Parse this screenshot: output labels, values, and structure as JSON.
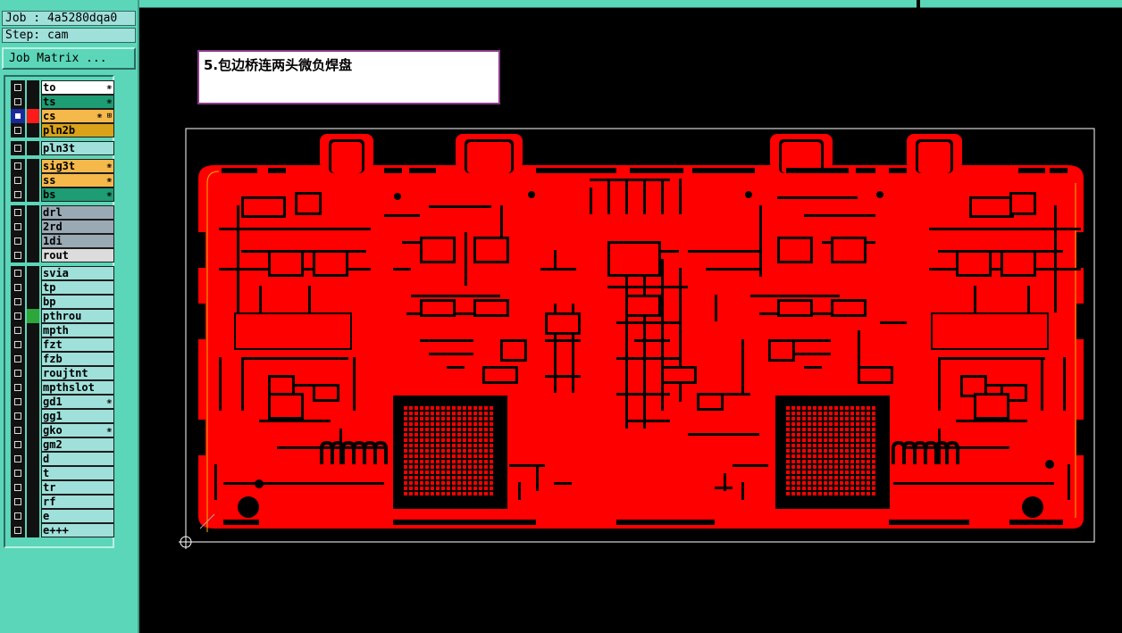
{
  "job": {
    "label": "Job : 4a5280dqa0"
  },
  "step": {
    "label": "Step: cam"
  },
  "matrix_button": {
    "label": "Job Matrix ..."
  },
  "layers": [
    {
      "name": "to",
      "color": "#ffffff",
      "mark": "❀"
    },
    {
      "name": "ts",
      "color": "#1e9c74",
      "mark": "❀"
    },
    {
      "name": "cs",
      "color": "#f5b84a",
      "mark": "❀ ⊞",
      "selected": true,
      "swatch": "#ff1a1a"
    },
    {
      "name": "pln2b",
      "color": "#d9a21a",
      "mark": ""
    },
    {
      "name": "pln3t",
      "color": "#9fe0da",
      "mark": ""
    },
    {
      "name": "sig3t",
      "color": "#f5b84a",
      "mark": "❀"
    },
    {
      "name": "ss",
      "color": "#f5b84a",
      "mark": "❀"
    },
    {
      "name": "bs",
      "color": "#1e9c74",
      "mark": "❀"
    },
    {
      "name": "drl",
      "color": "#9aaab4",
      "mark": ""
    },
    {
      "name": "2rd",
      "color": "#9aaab4",
      "mark": ""
    },
    {
      "name": "1di",
      "color": "#9aaab4",
      "mark": ""
    },
    {
      "name": "rout",
      "color": "#dcdcdc",
      "mark": ""
    },
    {
      "name": "svia",
      "color": "#9fe0da",
      "mark": ""
    },
    {
      "name": "tp",
      "color": "#9fe0da",
      "mark": ""
    },
    {
      "name": "bp",
      "color": "#9fe0da",
      "mark": ""
    },
    {
      "name": "pthrou",
      "color": "#9fe0da",
      "mark": "",
      "swatch": "#2da63a"
    },
    {
      "name": "mpth",
      "color": "#9fe0da",
      "mark": ""
    },
    {
      "name": "fzt",
      "color": "#9fe0da",
      "mark": ""
    },
    {
      "name": "fzb",
      "color": "#9fe0da",
      "mark": ""
    },
    {
      "name": "roujtnt",
      "color": "#9fe0da",
      "mark": ""
    },
    {
      "name": "mpthslot",
      "color": "#9fe0da",
      "mark": ""
    },
    {
      "name": "gd1",
      "color": "#9fe0da",
      "mark": "❀"
    },
    {
      "name": "gg1",
      "color": "#9fe0da",
      "mark": ""
    },
    {
      "name": "gko",
      "color": "#9fe0da",
      "mark": "❀"
    },
    {
      "name": "gm2",
      "color": "#9fe0da",
      "mark": ""
    },
    {
      "name": "d",
      "color": "#9fe0da",
      "mark": ""
    },
    {
      "name": "t",
      "color": "#9fe0da",
      "mark": ""
    },
    {
      "name": "tr",
      "color": "#9fe0da",
      "mark": ""
    },
    {
      "name": "rf",
      "color": "#9fe0da",
      "mark": ""
    },
    {
      "name": "e",
      "color": "#9fe0da",
      "mark": ""
    },
    {
      "name": "e+++",
      "color": "#9fe0da",
      "mark": ""
    }
  ],
  "note": {
    "text": "5.包边桥连两头微负焊盘"
  },
  "board": {
    "copper_color": "#ff0000",
    "outline_color": "#ffffff",
    "background": "#000000"
  }
}
